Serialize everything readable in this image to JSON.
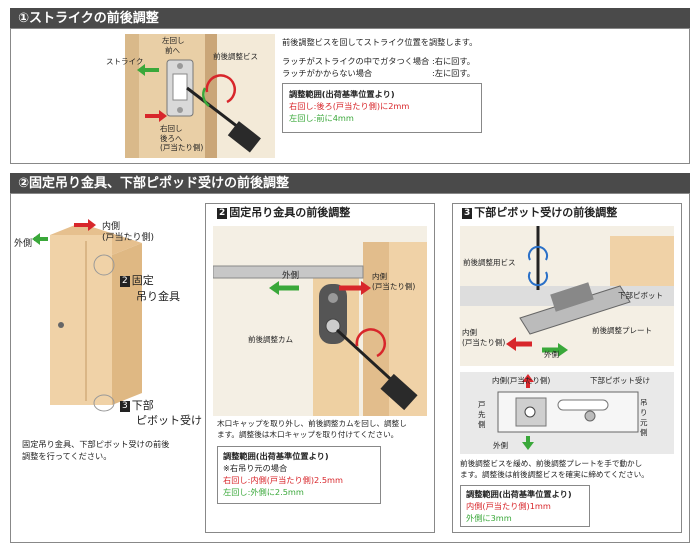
{
  "section1": {
    "header": "①ストライクの前後調整",
    "desc": "前後調整ビスを回してストライク位置を調整します。",
    "row1_left": "ラッチがストライクの中でガタつく場合",
    "row1_right": ":右に回す。",
    "row2_left": "ラッチがかからない場合",
    "row2_right": ":左に回す。",
    "range_title": "調整範囲(出荷基準位置より)",
    "range_right": "右回し:後ろ(戸当たり側)に2mm",
    "range_left": "左回し:前に4mm",
    "label_strike": "ストライク",
    "label_left_rot": "左回し",
    "label_front": "前へ",
    "label_screw": "前後調整ビス",
    "label_right_rot": "右回し",
    "label_back": "後ろへ",
    "label_stop": "(戸当たり側)"
  },
  "section2": {
    "header": "②固定吊り金具、下部ピポッド受けの前後調整",
    "label_inner": "内側",
    "label_stop": "(戸当たり側)",
    "label_outer": "外側",
    "label_fixed_num": "2",
    "label_fixed_1": "固定",
    "label_fixed_2": "吊り金具",
    "label_pivot_num": "3",
    "label_pivot_1": "下部",
    "label_pivot_2": "ピボット受け",
    "note_1": "固定吊り金具、下部ピボット受けの前後",
    "note_2": "調整を行ってください。"
  },
  "panel2": {
    "num": "2",
    "title": "固定吊り金具の前後調整",
    "label_outer": "外側",
    "label_inner": "内側",
    "label_stop": "(戸当たり側)",
    "label_cam": "前後調整カム",
    "desc_1": "木口キャップを取り外し、前後調整カムを回し、調整し",
    "desc_2": "ます。調整後は木口キャップを取り付けてください。",
    "range_title": "調整範囲(出荷基準位置より)",
    "range_note": "※右吊り元の場合",
    "range_right": "右回し:内側(戸当たり側)2.5mm",
    "range_left": "左回し:外側に2.5mm"
  },
  "panel3": {
    "num": "3",
    "title": "下部ピボット受けの前後調整",
    "label_screw": "前後調整用ビス",
    "label_pivot": "下部ピボット",
    "label_plate": "前後調整プレート",
    "label_inner": "内側",
    "label_stop": "(戸当たり側)",
    "label_outer": "外側",
    "d_inner": "内側(戸当たり側)",
    "d_pivot_recv": "下部ピボット受け",
    "d_door_1": "戸",
    "d_door_2": "先",
    "d_door_3": "側",
    "d_hang_1": "吊",
    "d_hang_2": "り",
    "d_hang_3": "元",
    "d_hang_4": "側",
    "d_outer": "外側",
    "desc_1": "前後調整ビスを緩め、前後調整プレートを手で動かし",
    "desc_2": "ます。調整後は前後調整ビスを確実に締めてください。",
    "range_title": "調整範囲(出荷基準位置より)",
    "range_inner": "内側(戸当たり側)1mm",
    "range_outer": "外側に3mm"
  }
}
